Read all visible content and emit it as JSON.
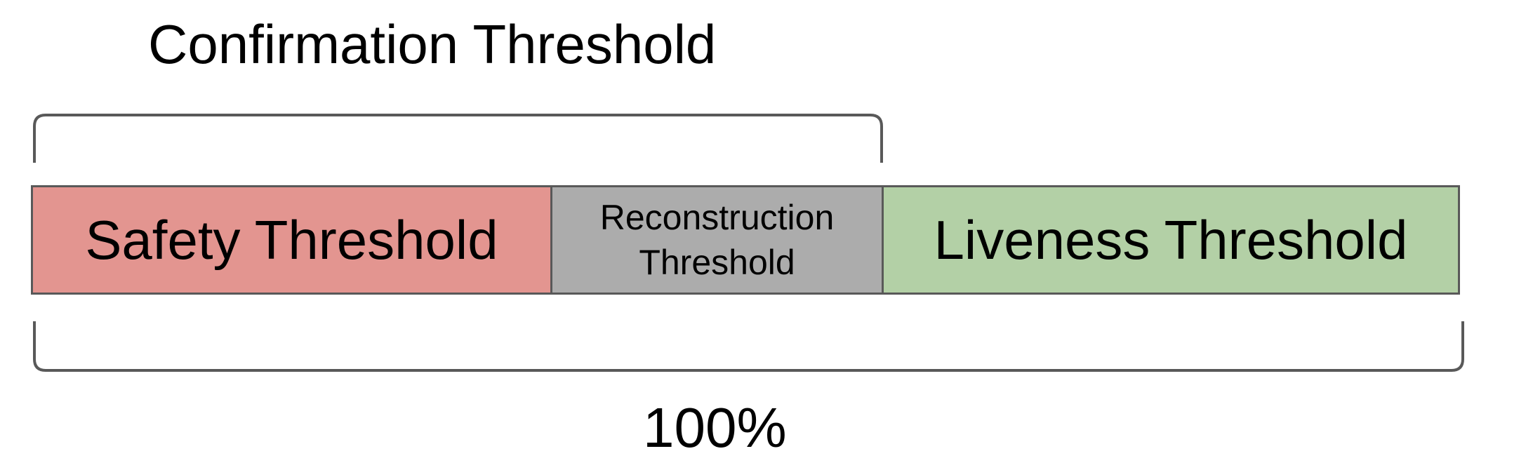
{
  "diagram": {
    "top_label": "Confirmation Threshold",
    "bottom_label": "100%",
    "segments": {
      "safety": "Safety Threshold",
      "reconstruction_line1": "Reconstruction",
      "reconstruction_line2": "Threshold",
      "liveness": "Liveness Threshold"
    },
    "colors": {
      "safety": "#e39590",
      "reconstruction": "#acacac",
      "liveness": "#b3d0a6",
      "outline": "#595959"
    }
  }
}
